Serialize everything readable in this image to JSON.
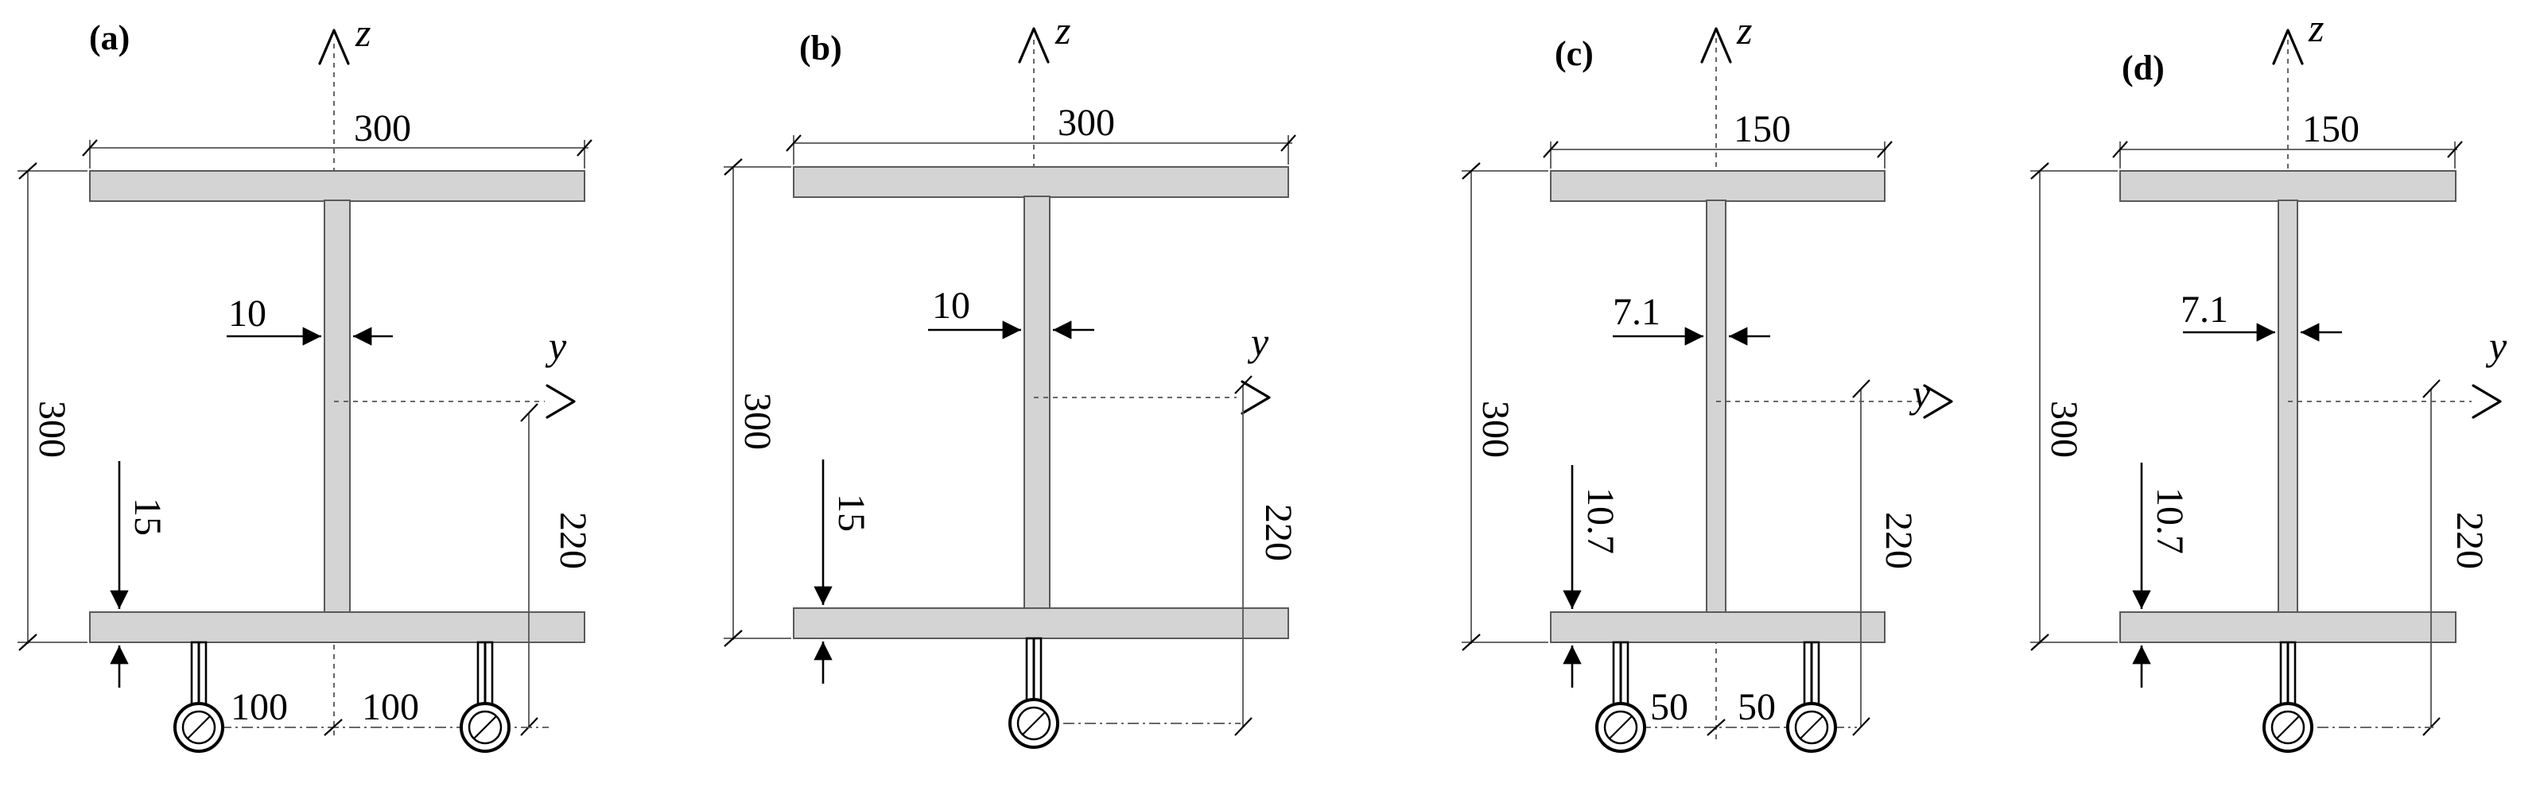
{
  "panels": [
    {
      "id": "a",
      "label": "(a)",
      "axis_z": "z",
      "axis_y": "y",
      "flange_width": "300",
      "section_height": "300",
      "web_thickness": "10",
      "flange_thickness": "15",
      "anchor_height": "220",
      "anchor_offsets": [
        "100",
        "100"
      ]
    },
    {
      "id": "b",
      "label": "(b)",
      "axis_z": "z",
      "axis_y": "y",
      "flange_width": "300",
      "section_height": "300",
      "web_thickness": "10",
      "flange_thickness": "15",
      "anchor_height": "220",
      "anchor_offsets": []
    },
    {
      "id": "c",
      "label": "(c)",
      "axis_z": "z",
      "axis_y": "y",
      "flange_width": "150",
      "section_height": "300",
      "web_thickness": "7.1",
      "flange_thickness": "10.7",
      "anchor_height": "220",
      "anchor_offsets": [
        "50",
        "50"
      ]
    },
    {
      "id": "d",
      "label": "(d)",
      "axis_z": "z",
      "axis_y": "y",
      "flange_width": "150",
      "section_height": "300",
      "web_thickness": "7.1",
      "flange_thickness": "10.7",
      "anchor_height": "220",
      "anchor_offsets": []
    }
  ]
}
